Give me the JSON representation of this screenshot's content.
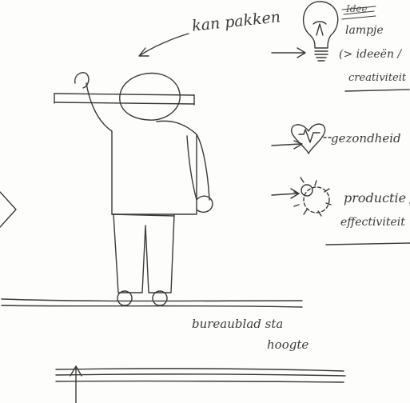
{
  "labels": {
    "kan_pakken": "kan pakken",
    "lampje": "lampje",
    "ideeen": "(> ideeën /",
    "creativiteit": "creativiteit",
    "gezondheid": "gezondheid",
    "productie": "productie /",
    "effectiviteit": "effectiviteit",
    "bureaublad": "bureaublad sta",
    "hoogte": "hoogte",
    "scratched": "Idee"
  },
  "colors": {
    "ink": "#3a3a3a",
    "paper": "#fdfdfb"
  },
  "icons": [
    "lightbulb-icon",
    "heart-icon",
    "gear-icon",
    "arrow-icon"
  ]
}
